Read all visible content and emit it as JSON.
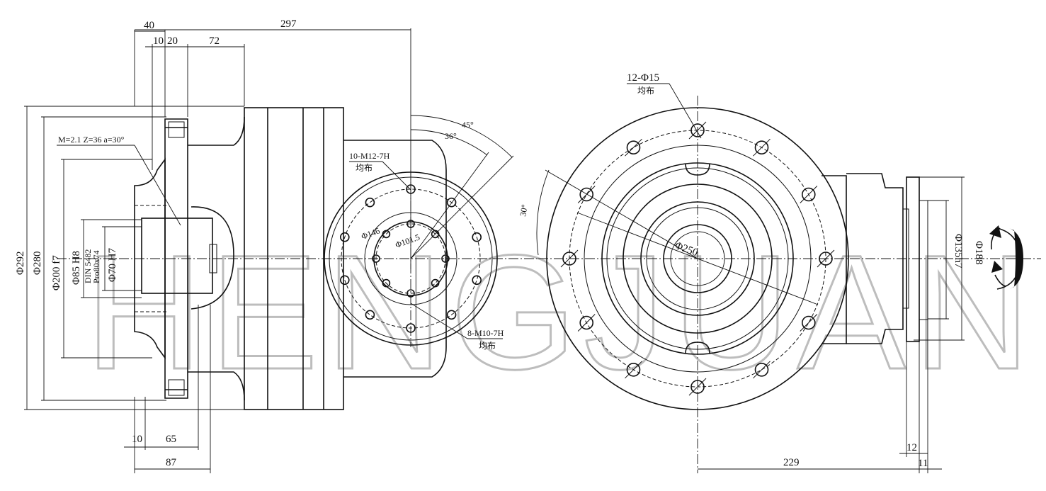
{
  "watermark": "HENGJUAN",
  "left_view": {
    "dims_top": [
      "40",
      "10",
      "20",
      "72",
      "297"
    ],
    "dims_bottom": [
      "10",
      "65",
      "87"
    ],
    "dims_diameters": [
      "Φ292",
      "Φ280",
      "Φ200 f7",
      "Φ85 H8",
      "Φ70 H7"
    ],
    "spline_label": "DIN 5482",
    "spline_label2": "Pro80x74",
    "gear_note": "M=2.1 Z=36 a=30°",
    "holes_outer": "10-M12-7H",
    "holes_outer_note": "均布",
    "holes_inner": "8-M10-7H",
    "holes_inner_note": "均布",
    "pcd_small": "Φ101.5",
    "pcd_small2": "Φ146",
    "angle_45": "45°",
    "angle_36": "36°"
  },
  "right_view": {
    "holes": "12-Φ15",
    "holes_note": "均布",
    "pcd": "Φ250",
    "angle_30": "30°",
    "dims_diameters": [
      "Φ188",
      "Φ135h7"
    ],
    "dims_bottom": [
      "229",
      "12",
      "11"
    ]
  }
}
